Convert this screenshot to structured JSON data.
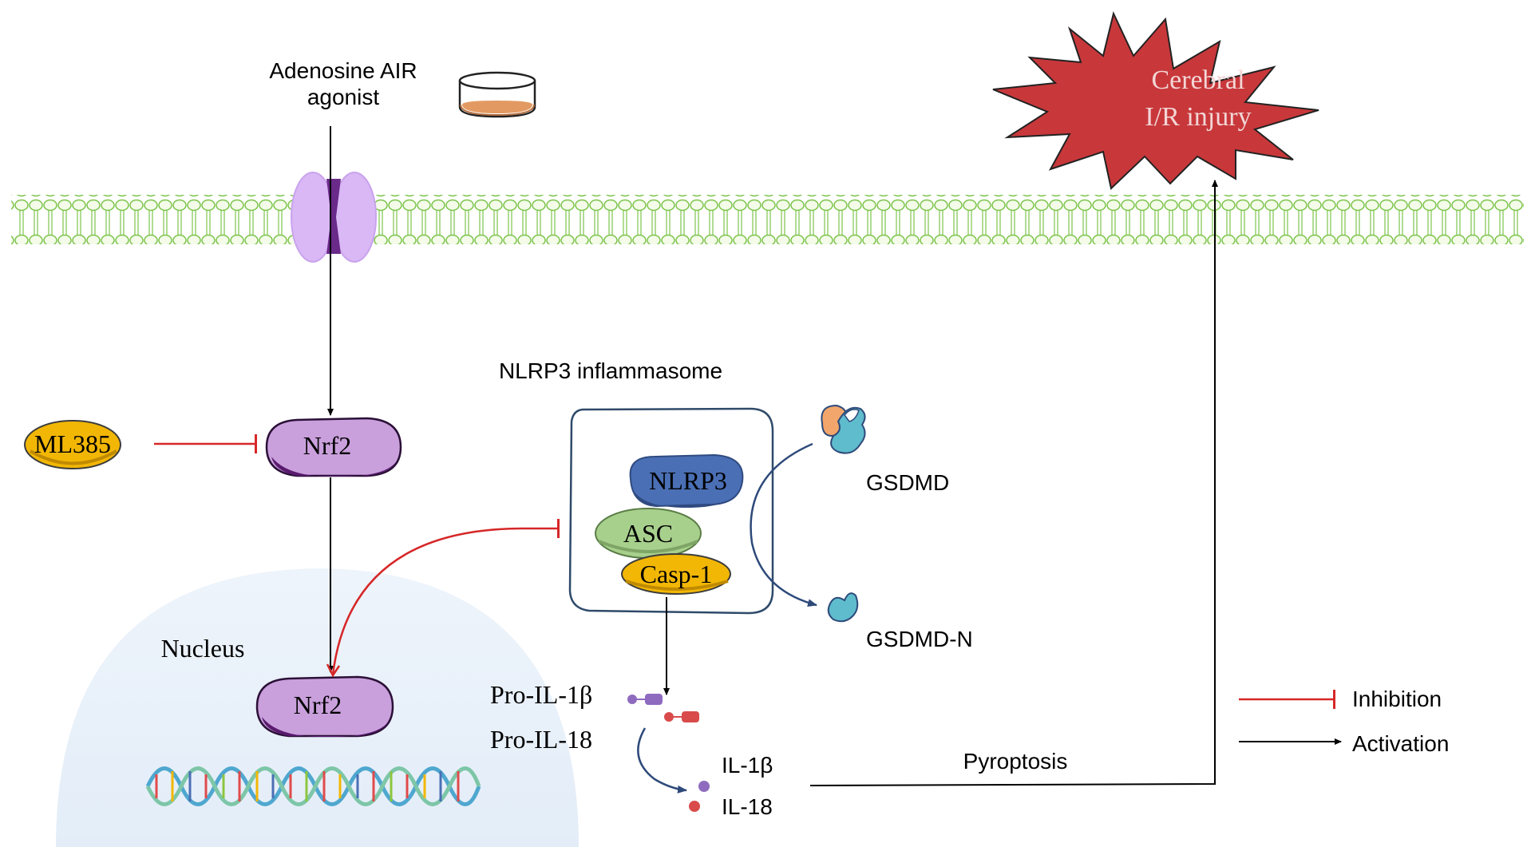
{
  "agonist": {
    "line1": "Adenosine AIR",
    "line2": "agonist"
  },
  "injury": {
    "line1": "Cerebral",
    "line2": "I/R injury"
  },
  "inhibitor": {
    "label": "ML385"
  },
  "nrf2": {
    "cytoplasm": "Nrf2",
    "nuclear": "Nrf2"
  },
  "nucleus": {
    "label": "Nucleus"
  },
  "inflammasome": {
    "title": "NLRP3 inflammasome",
    "nlrp3": "NLRP3",
    "asc": "ASC",
    "casp1": "Casp-1"
  },
  "gasdermin": {
    "full": "GSDMD",
    "nterm": "GSDMD-N"
  },
  "cytokines": {
    "pro_il1b": "Pro-IL-1β",
    "pro_il18": "Pro-IL-18",
    "il1b": "IL-1β",
    "il18": "IL-18"
  },
  "process": {
    "pyroptosis": "Pyroptosis"
  },
  "legend": {
    "inhibition": "Inhibition",
    "activation": "Activation"
  },
  "colors": {
    "inhibition": "#d62728",
    "activation": "#000000",
    "membrane": "#7cc44a",
    "nrf2": "#c9a0dc",
    "ml385": "#f2b705",
    "nlrp3": "#4a6fb5",
    "asc": "#a8d08d",
    "casp1": "#f2b705",
    "injury": "#c8383b",
    "nucleus": "#e8f1fb"
  }
}
